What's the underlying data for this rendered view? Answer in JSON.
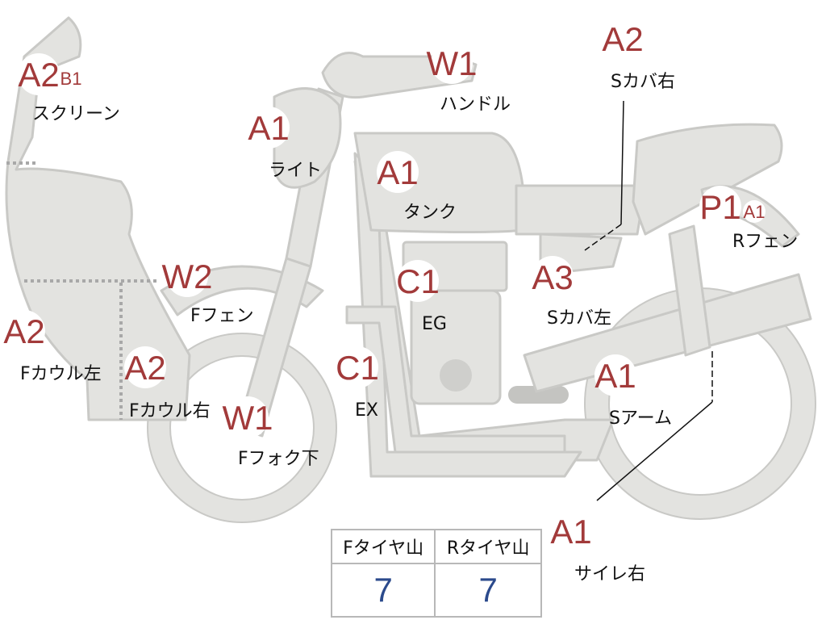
{
  "colors": {
    "body_fill": "#e3e3e0",
    "body_stroke": "#c9c9c6",
    "grade": "#a23a3a",
    "value": "#2b4a8c"
  },
  "labels": [
    {
      "id": "screen",
      "grade": "A2",
      "sub": "B1",
      "text": "スクリーン"
    },
    {
      "id": "light",
      "grade": "A1",
      "text": "ライト"
    },
    {
      "id": "handle",
      "grade": "W1",
      "text": "ハンドル"
    },
    {
      "id": "scover-r",
      "grade": "A2",
      "text": "Sカバ右"
    },
    {
      "id": "tank",
      "grade": "A1",
      "text": "タンク"
    },
    {
      "id": "rfender",
      "grade": "P1",
      "sub": "A1",
      "text": "Rフェン"
    },
    {
      "id": "ffender",
      "grade": "W2",
      "text": "Fフェン"
    },
    {
      "id": "engine",
      "grade": "C1",
      "text": "EG"
    },
    {
      "id": "scover-l",
      "grade": "A3",
      "text": "Sカバ左"
    },
    {
      "id": "fcowl-l",
      "grade": "A2",
      "text": "Fカウル左"
    },
    {
      "id": "fcowl-r",
      "grade": "A2",
      "text": "Fカウル右"
    },
    {
      "id": "exhaust",
      "grade": "C1",
      "text": "EX"
    },
    {
      "id": "swingarm",
      "grade": "A1",
      "text": "Sアーム"
    },
    {
      "id": "ffork",
      "grade": "W1",
      "text": "Fフォク下"
    },
    {
      "id": "silencer-r",
      "grade": "A1",
      "text": "サイレ右"
    }
  ],
  "tread": {
    "front_header": "Fタイヤ山",
    "rear_header": "Rタイヤ山",
    "front_value": "7",
    "rear_value": "7"
  }
}
